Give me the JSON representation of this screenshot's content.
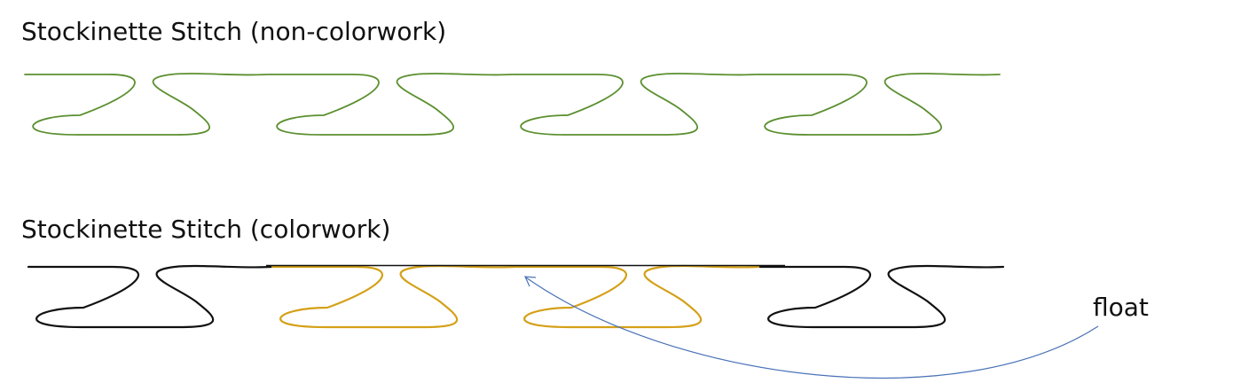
{
  "headings": {
    "non_colorwork": "Stockinette Stitch (non-colorwork)",
    "colorwork": "Stockinette Stitch (colorwork)"
  },
  "annotation": {
    "float_label": "float"
  },
  "rows": [
    {
      "name": "non-colorwork",
      "stitch_colors": [
        "green",
        "green",
        "green",
        "green"
      ]
    },
    {
      "name": "colorwork",
      "stitch_colors": [
        "black",
        "gold",
        "gold",
        "black"
      ]
    }
  ],
  "colors": {
    "green": "#5b8f2f",
    "black": "#111111",
    "gold": "#d4a017",
    "arrow": "#4a72b8"
  }
}
